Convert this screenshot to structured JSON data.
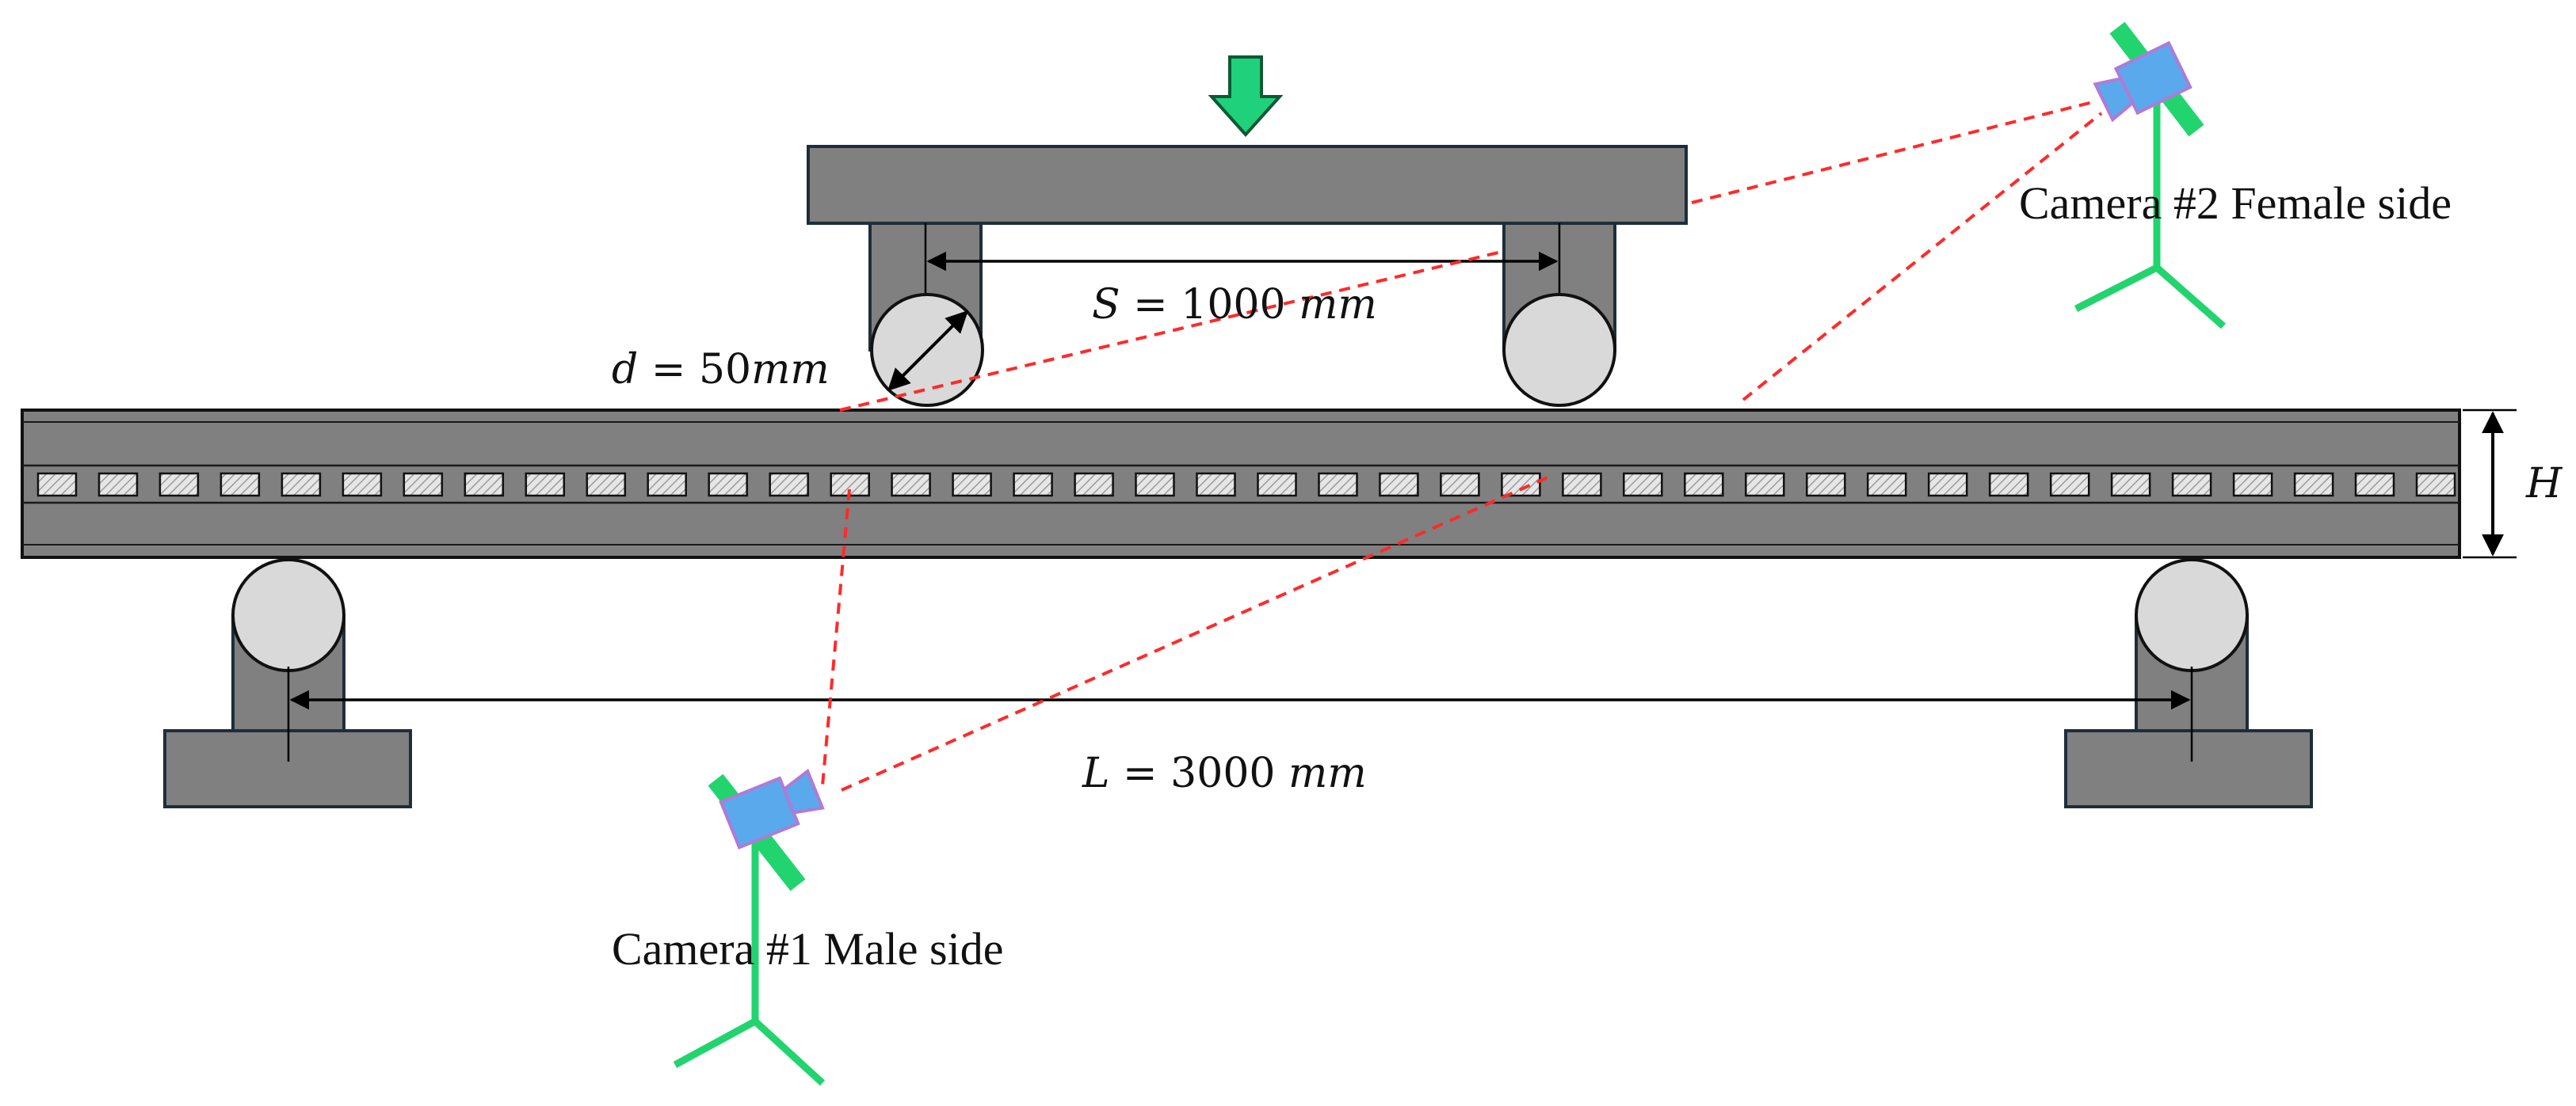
{
  "annotations": {
    "span_S": {
      "symbol": "S",
      "equals": " = ",
      "value": "1000",
      "unit": "mm"
    },
    "span_L": {
      "symbol": "L",
      "equals": " = ",
      "value": "3000",
      "unit": "mm"
    },
    "diameter_d": {
      "symbol": "d",
      "equals": " = ",
      "value": "50",
      "unit": "mm"
    },
    "height_H": {
      "symbol": "H"
    }
  },
  "cameras": [
    {
      "label": "Camera #1 Male side"
    },
    {
      "label": "Camera #2 Female side"
    }
  ],
  "colors": {
    "steel": "#808080",
    "steel_edge": "#1f2d3a",
    "roller": "#d9d9d9",
    "load_arrow": "#1fd17a",
    "camera_body": "#5aa9ec",
    "camera_edge": "#b07ad6",
    "tripod": "#22d46e",
    "sight_line": "#ff2a2a",
    "slot_fill": "#e6e6e6"
  },
  "beam": {
    "slot_count": 40
  }
}
